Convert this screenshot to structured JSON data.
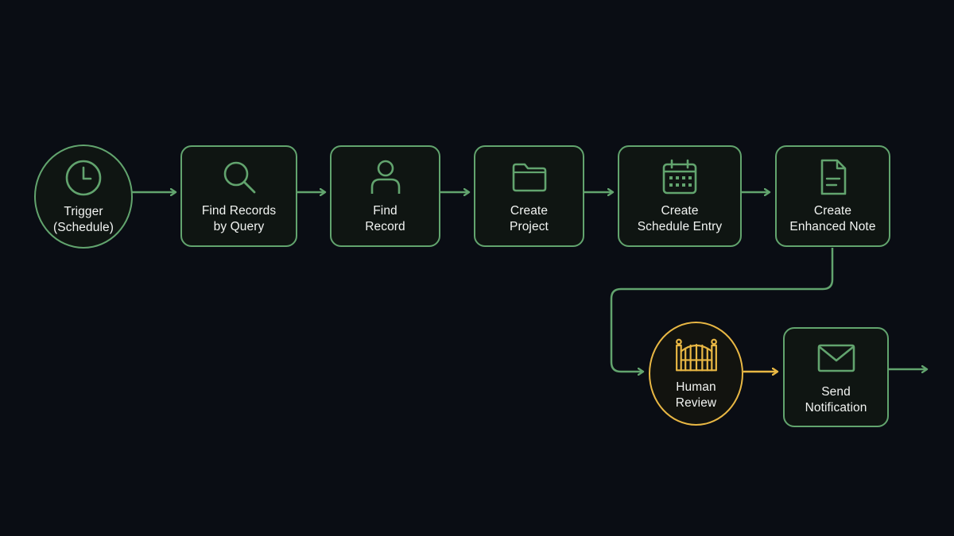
{
  "colors": {
    "background": "#0a0d14",
    "node_stroke": "#62a46e",
    "review_stroke": "#e8b744",
    "text": "#f2f4f2"
  },
  "nodes": [
    {
      "id": "trigger",
      "shape": "circle",
      "icon": "clock-icon",
      "lines": [
        "Trigger",
        "(Schedule)"
      ]
    },
    {
      "id": "find-records",
      "shape": "rect",
      "icon": "search-icon",
      "lines": [
        "Find Records",
        "by Query"
      ]
    },
    {
      "id": "find-record",
      "shape": "rect",
      "icon": "user-icon",
      "lines": [
        "Find",
        "Record"
      ]
    },
    {
      "id": "create-project",
      "shape": "rect",
      "icon": "folder-icon",
      "lines": [
        "Create",
        "Project"
      ]
    },
    {
      "id": "create-schedule-entry",
      "shape": "rect",
      "icon": "calendar-icon",
      "lines": [
        "Create",
        "Schedule Entry"
      ]
    },
    {
      "id": "create-enhanced-note",
      "shape": "rect",
      "icon": "document-icon",
      "lines": [
        "Create",
        "Enhanced Note"
      ]
    },
    {
      "id": "human-review",
      "shape": "circle",
      "icon": "gate-icon",
      "lines": [
        "Human",
        "Review"
      ]
    },
    {
      "id": "send-notification",
      "shape": "rect",
      "icon": "mail-icon",
      "lines": [
        "Send",
        "Notification"
      ]
    }
  ]
}
